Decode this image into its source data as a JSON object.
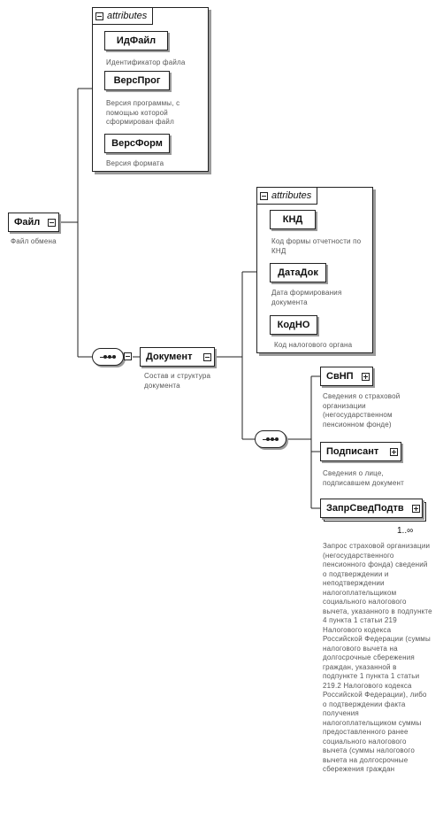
{
  "root": {
    "name": "Файл",
    "description": "Файл обмена",
    "attributes_label": "attributes",
    "attributes": [
      {
        "name": "ИдФайл",
        "description": "Идентификатор файла"
      },
      {
        "name": "ВерсПрог",
        "description": "Версия программы, с помощью которой сформирован файл"
      },
      {
        "name": "ВерсФорм",
        "description": "Версия формата"
      }
    ]
  },
  "document": {
    "name": "Документ",
    "description": "Состав и структура документа",
    "attributes_label": "attributes",
    "attributes": [
      {
        "name": "КНД",
        "description": "Код формы отчетности по КНД"
      },
      {
        "name": "ДатаДок",
        "description": "Дата формирования документа"
      },
      {
        "name": "КодНО",
        "description": "Код налогового органа"
      }
    ]
  },
  "children": [
    {
      "name": "СвНП",
      "description": "Сведения о страховой организации (негосударственном пенсионном фонде)"
    },
    {
      "name": "Подписант",
      "description": "Сведения о лице, подписавшем документ"
    },
    {
      "name": "ЗапрСведПодтв",
      "cardinality": "1..∞",
      "description": "Запрос страховой организации (негосударственного пенсионного фонда) сведений о подтверждении и неподтверждении налогоплательщиком социального налогового вычета, указанного в подпункте 4 пункта 1 статьи 219 Налогового кодекса Российской Федерации (суммы налогового вычета на долгосрочные сбережения граждан, указанной в подпункте 1 пункта 1 статьи 219.2 Налогового кодекса Российской Федерации), либо о подтверждении факта получения налогоплательщиком суммы предоставленного ранее социального налогового вычета (суммы налогового вычета на долгосрочные сбережения граждан"
    }
  ]
}
